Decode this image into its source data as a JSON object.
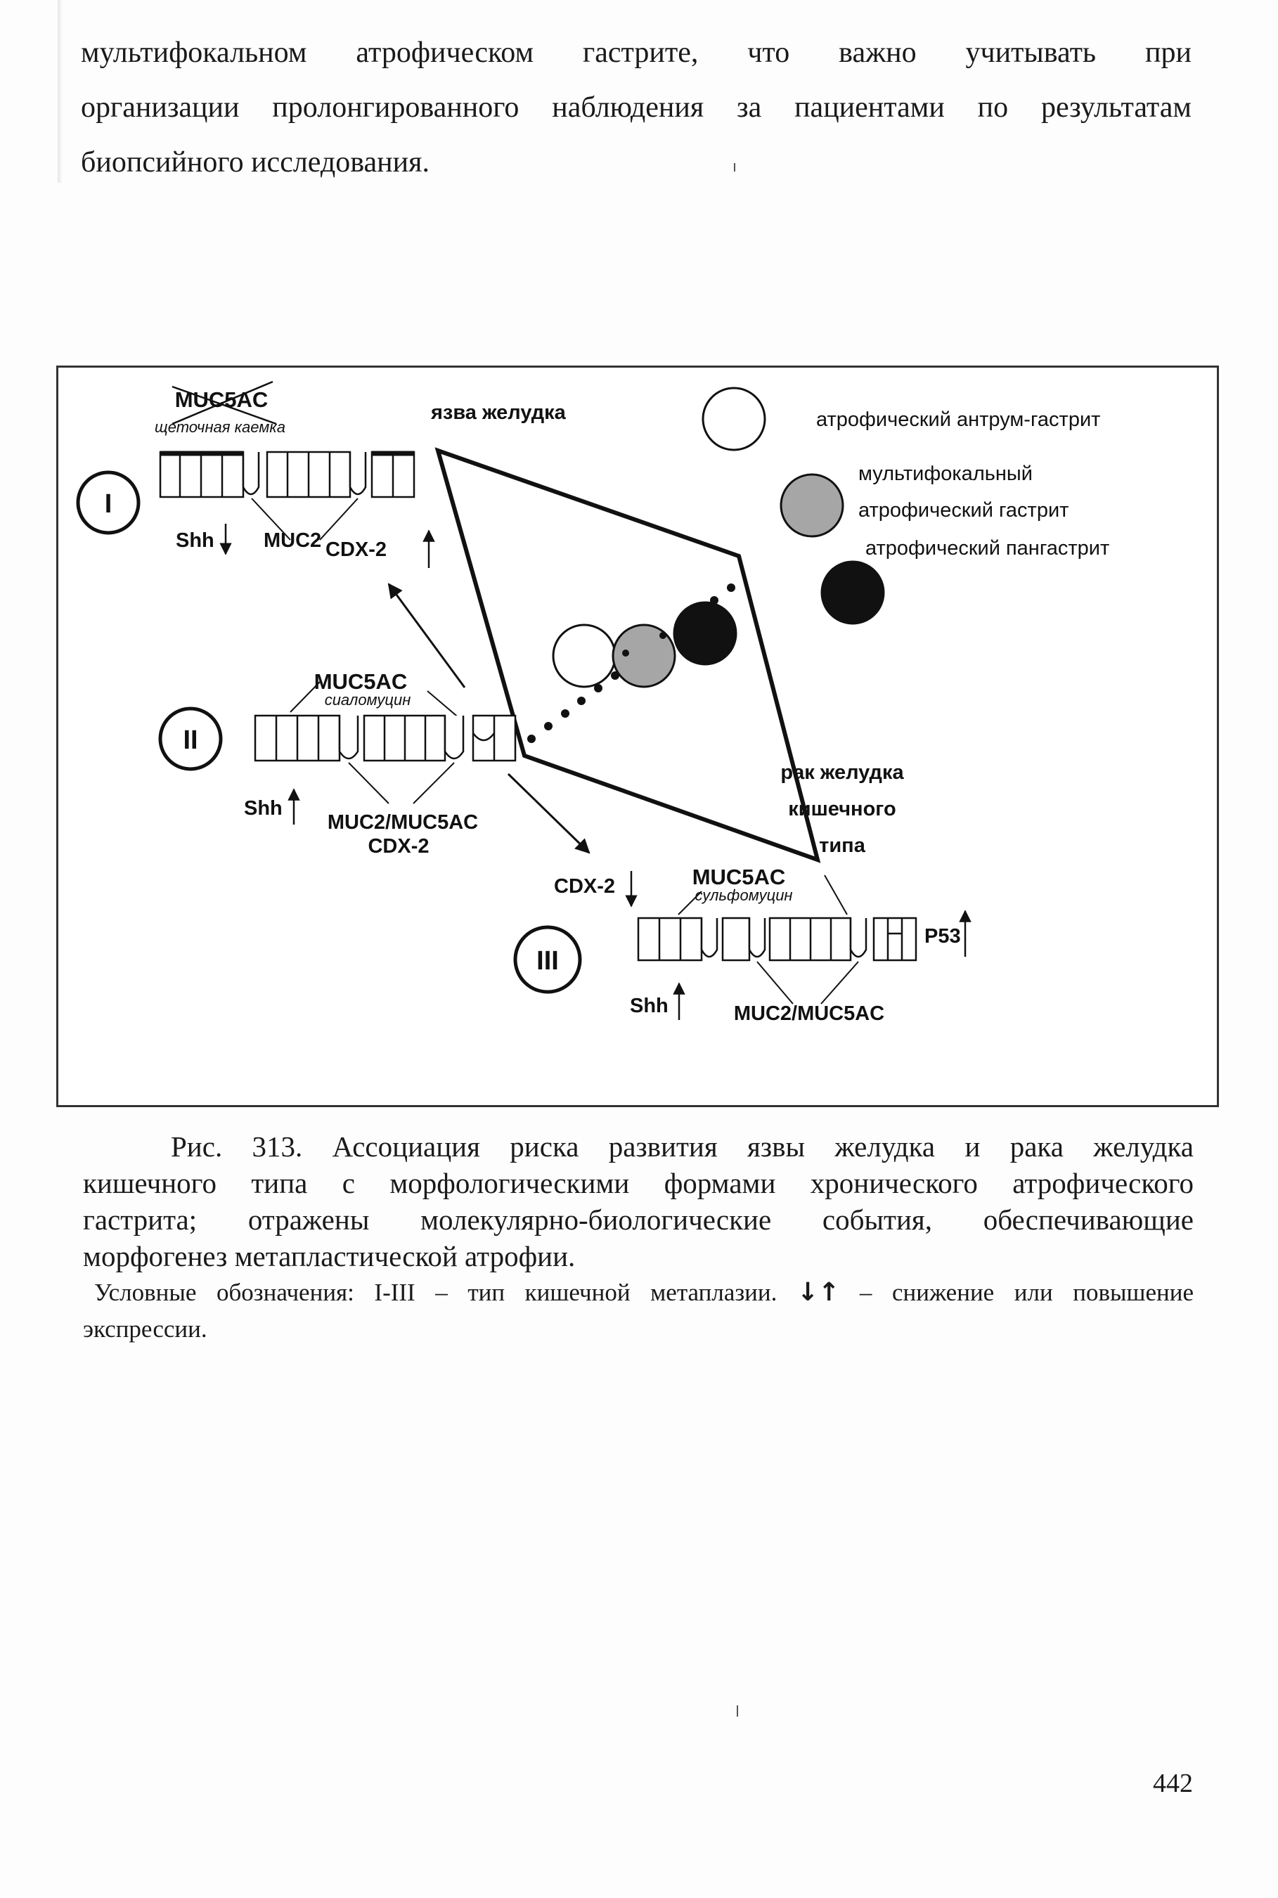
{
  "body_text": {
    "lines": [
      "мультифокальном атрофическом гастрите, что важно учитывать при",
      "организации пролонгированного наблюдения за пациентами по результатам",
      "биопсийного исследования."
    ]
  },
  "figure": {
    "labels": {
      "ulcer": "язва желудка",
      "cancer_line1": "рак желудка",
      "cancer_line2": "кишечного",
      "cancer_line3": "типа"
    },
    "legend": {
      "antrum": "атрофический антрум-гастрит",
      "multifocal_line1": "мультифокальный",
      "multifocal_line2": "атрофический гастрит",
      "pangastritis": "атрофический пангастрит"
    },
    "type1": {
      "numeral": "I",
      "muc5ac": "MUC5AC",
      "brush_border": "щеточная каемка",
      "shh": "Shh",
      "muc2": "MUC2",
      "cdx2": "CDX-2"
    },
    "type2": {
      "numeral": "II",
      "muc5ac": "MUC5AC",
      "sialomucin": "сиаломуцин",
      "shh": "Shh",
      "muc2_muc5ac": "MUC2/MUC5AC",
      "cdx2": "CDX-2"
    },
    "type3": {
      "numeral": "III",
      "cdx2": "CDX-2",
      "muc5ac": "MUC5AC",
      "sulfomucin": "сульфомуцин",
      "p53": "P53",
      "shh": "Shh",
      "muc2_muc5ac": "MUC2/MUC5AC"
    },
    "colors": {
      "antrum_fill": "#ffffff",
      "multifocal_fill": "#a6a6a6",
      "pangastritis_fill": "#111111"
    }
  },
  "caption": {
    "lines": [
      "Рис. 313. Ассоциация риска развития язвы желудка и рака желудка",
      "кишечного типа с морфологическими формами хронического атрофического",
      "гастрита; отражены молекулярно-биологические события, обеспечивающие",
      "морфогенез метапластической атрофии."
    ]
  },
  "legend_note": {
    "line1_start": "Условные обозначения: I-III – тип кишечной метаплазии.",
    "arrows": "↓↑",
    "line1_end": "– снижение или повышение",
    "line2": "экспрессии."
  },
  "page_number": "442"
}
